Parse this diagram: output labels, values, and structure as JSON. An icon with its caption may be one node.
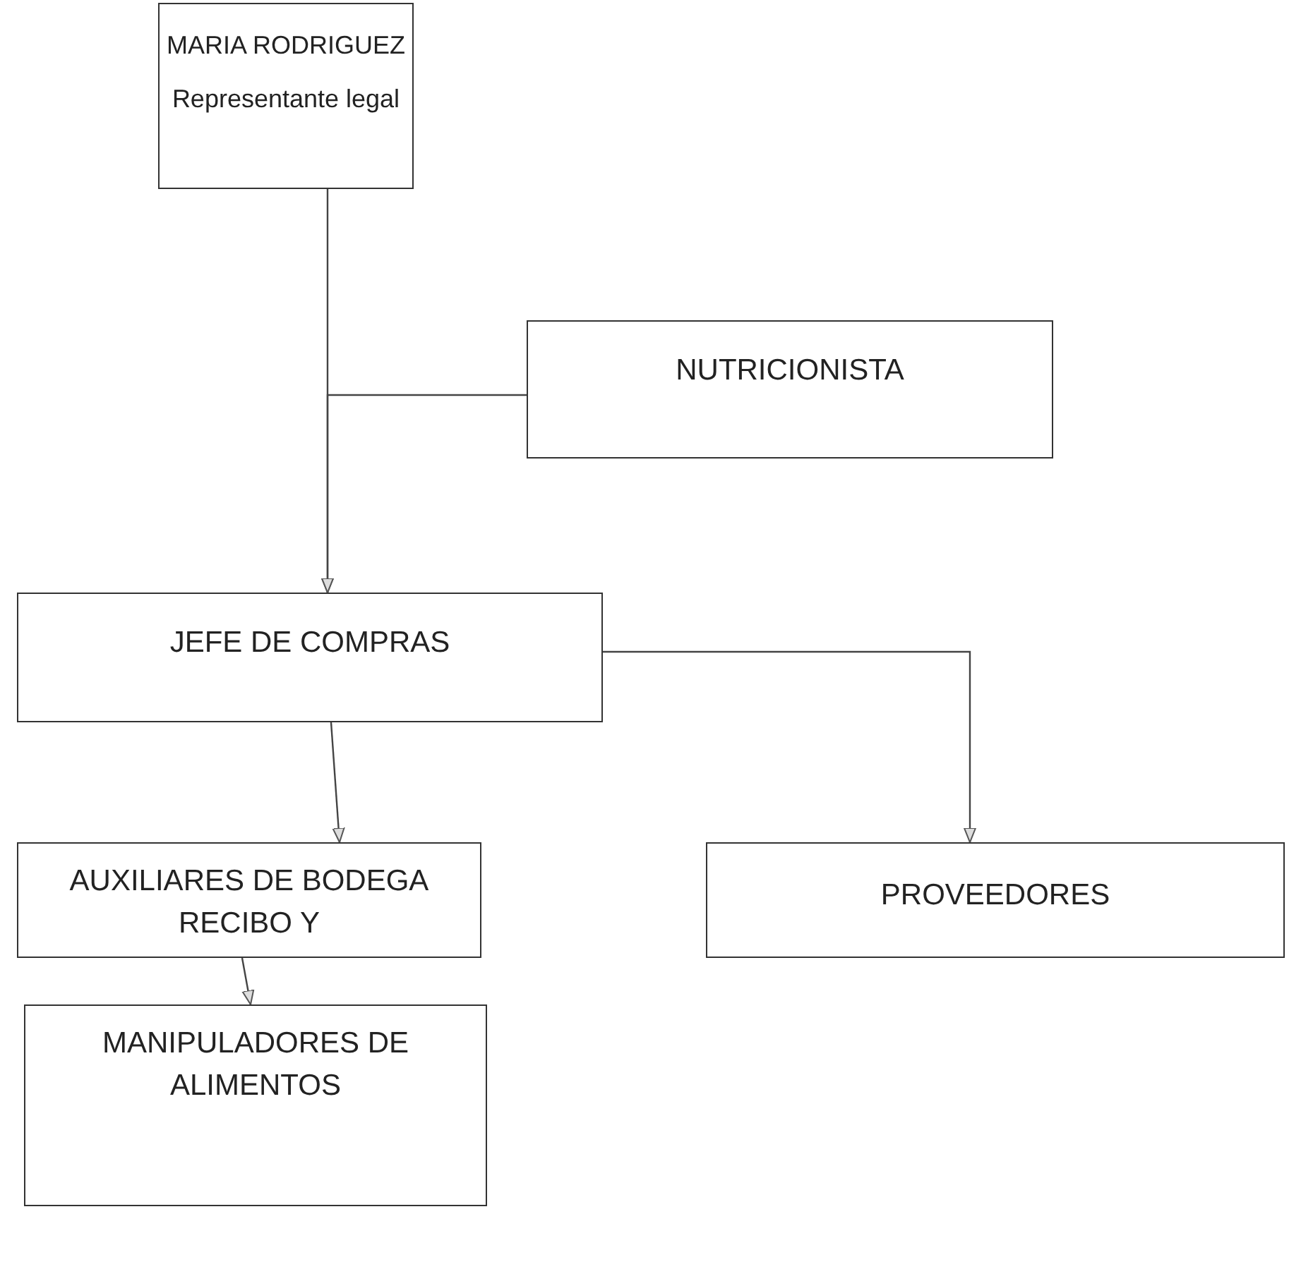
{
  "diagram": {
    "nodes": [
      {
        "text": [
          "MARIA RODRIGUEZ",
          "Representante legal"
        ]
      },
      {
        "text": [
          "NUTRICIONISTA"
        ]
      },
      {
        "text": [
          "JEFE DE COMPRAS"
        ]
      },
      {
        "text": [
          "AUXILIARES DE BODEGA RECIBO Y"
        ]
      },
      {
        "text": [
          "PROVEEDORES"
        ]
      },
      {
        "text": [
          "MANIPULADORES DE ALIMENTOS"
        ]
      }
    ],
    "edges": [
      {
        "from": 0,
        "to": 2,
        "arrow": "to"
      },
      {
        "from": 1,
        "to": 2,
        "arrow": "to"
      },
      {
        "from": 2,
        "to": 3,
        "arrow": "to"
      },
      {
        "from": 2,
        "to": 4,
        "arrow": "to"
      },
      {
        "from": 3,
        "to": 5,
        "arrow": "to"
      }
    ]
  }
}
